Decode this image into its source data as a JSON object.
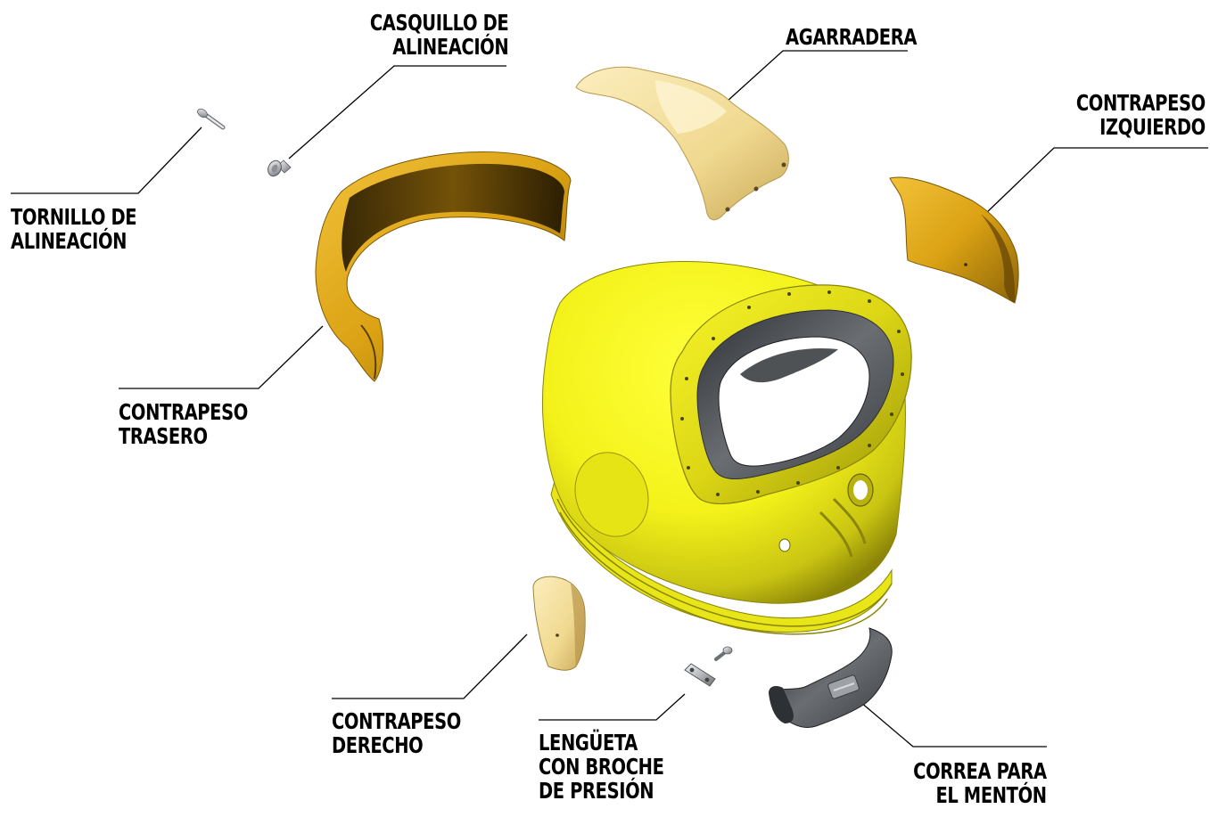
{
  "parts": {
    "casquillo": {
      "line1": "CASQUILLO DE",
      "line2": "ALINEACIÓN"
    },
    "agarradera": {
      "line1": "AGARRADERA"
    },
    "contrapeso_izquierdo": {
      "line1": "CONTRAPESO",
      "line2": "IZQUIERDO"
    },
    "tornillo": {
      "line1": "TORNILLO DE",
      "line2": "ALINEACIÓN"
    },
    "contrapeso_trasero": {
      "line1": "CONTRAPESO",
      "line2": "TRASERO"
    },
    "contrapeso_derecho": {
      "line1": "CONTRAPESO",
      "line2": "DERECHO"
    },
    "lengueta": {
      "line1": "LENGÜETA",
      "line2": "CON BROCHE",
      "line3": "DE PRESIÓN"
    },
    "correa": {
      "line1": "CORREA PARA",
      "line2": "EL MENTÓN"
    }
  },
  "colors": {
    "helmet_yellow": "#f4f21a",
    "counterweight_gold": "#e6b51e",
    "handle_cream": "#f3dfa2",
    "seal_gray": "#555a60",
    "strap_gray": "#4a4e53",
    "leader_line": "#000000"
  }
}
